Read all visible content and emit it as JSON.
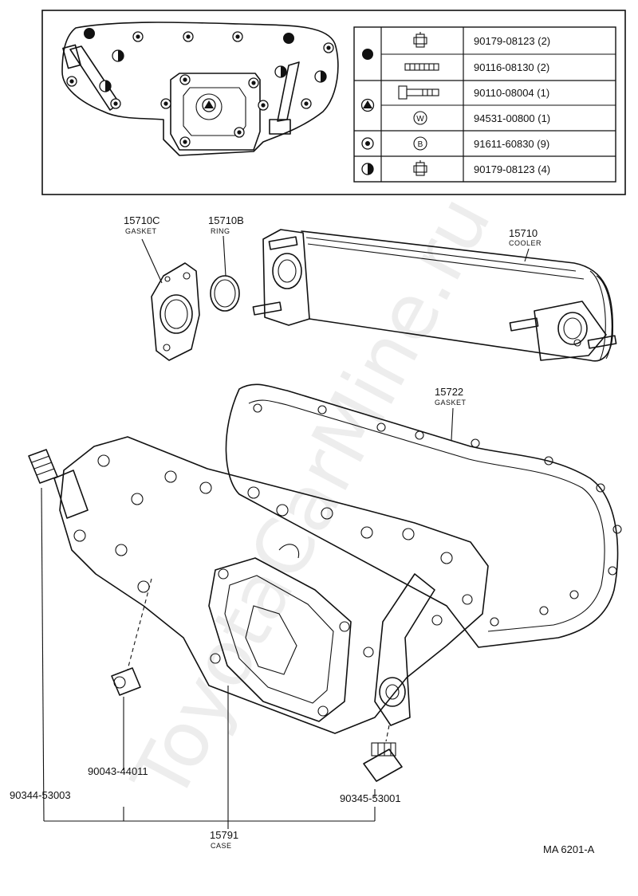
{
  "watermark": "ToyotaCarMine.ru",
  "legend": {
    "rows": [
      {
        "symbol": "filled-circle",
        "part_icon": "hex-bolt-icon",
        "part_no": "90179-08123 (2)"
      },
      {
        "symbol": "filled-circle",
        "part_icon": "stud-icon",
        "part_no": "90116-08130 (2)"
      },
      {
        "symbol": "triangle-in-circle",
        "part_icon": "bolt-icon",
        "part_no": "90110-08004 (1)"
      },
      {
        "symbol": "triangle-in-circle",
        "part_icon": "washer-w-icon",
        "icon_text": "W",
        "part_no": "94531-00800 (1)"
      },
      {
        "symbol": "dot-in-circle",
        "part_icon": "b-icon",
        "icon_text": "B",
        "part_no": "91611-60830 (9)"
      },
      {
        "symbol": "half-filled-circle",
        "part_icon": "hex-bolt-icon",
        "part_no": "90179-08123 (4)"
      }
    ]
  },
  "callouts": {
    "gasket_c": {
      "num": "15710C",
      "name": "GASKET"
    },
    "ring": {
      "num": "15710B",
      "name": "RING"
    },
    "cooler": {
      "num": "15710",
      "name": "COOLER"
    },
    "gasket": {
      "num": "15722",
      "name": "GASKET"
    },
    "case": {
      "num": "15791",
      "name": "CASE"
    },
    "plug_left": {
      "num": "90344-53003"
    },
    "bolt_small": {
      "num": "90043-44011"
    },
    "plug_right": {
      "num": "90345-53001"
    }
  },
  "diagram_code": "MA 6201-A"
}
